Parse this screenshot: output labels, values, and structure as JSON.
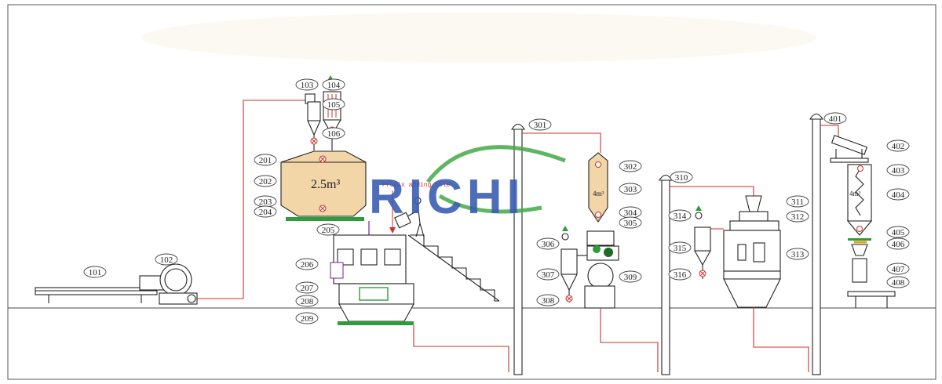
{
  "diagram": {
    "bin_volume_label": "2.5m³",
    "premix_label": "Premix adding hole",
    "small_bin_label_1": "4m³",
    "small_bin_label_2": "4m³",
    "logo_text": "RICHI",
    "colors": {
      "pipe": "#d2302a",
      "logo_blue": "#3a5db3",
      "logo_green": "#44a848",
      "bin_fill": "#f2d6a8",
      "base_green": "#2e9c3a"
    },
    "labels": [
      "101",
      "102",
      "103",
      "104",
      "105",
      "106",
      "201",
      "202",
      "203",
      "204",
      "205",
      "206",
      "207",
      "208",
      "209",
      "301",
      "302",
      "303",
      "304",
      "305",
      "306",
      "307",
      "308",
      "309",
      "310",
      "311",
      "312",
      "313",
      "314",
      "315",
      "316",
      "401",
      "402",
      "403",
      "404",
      "405",
      "406",
      "407",
      "408"
    ]
  }
}
